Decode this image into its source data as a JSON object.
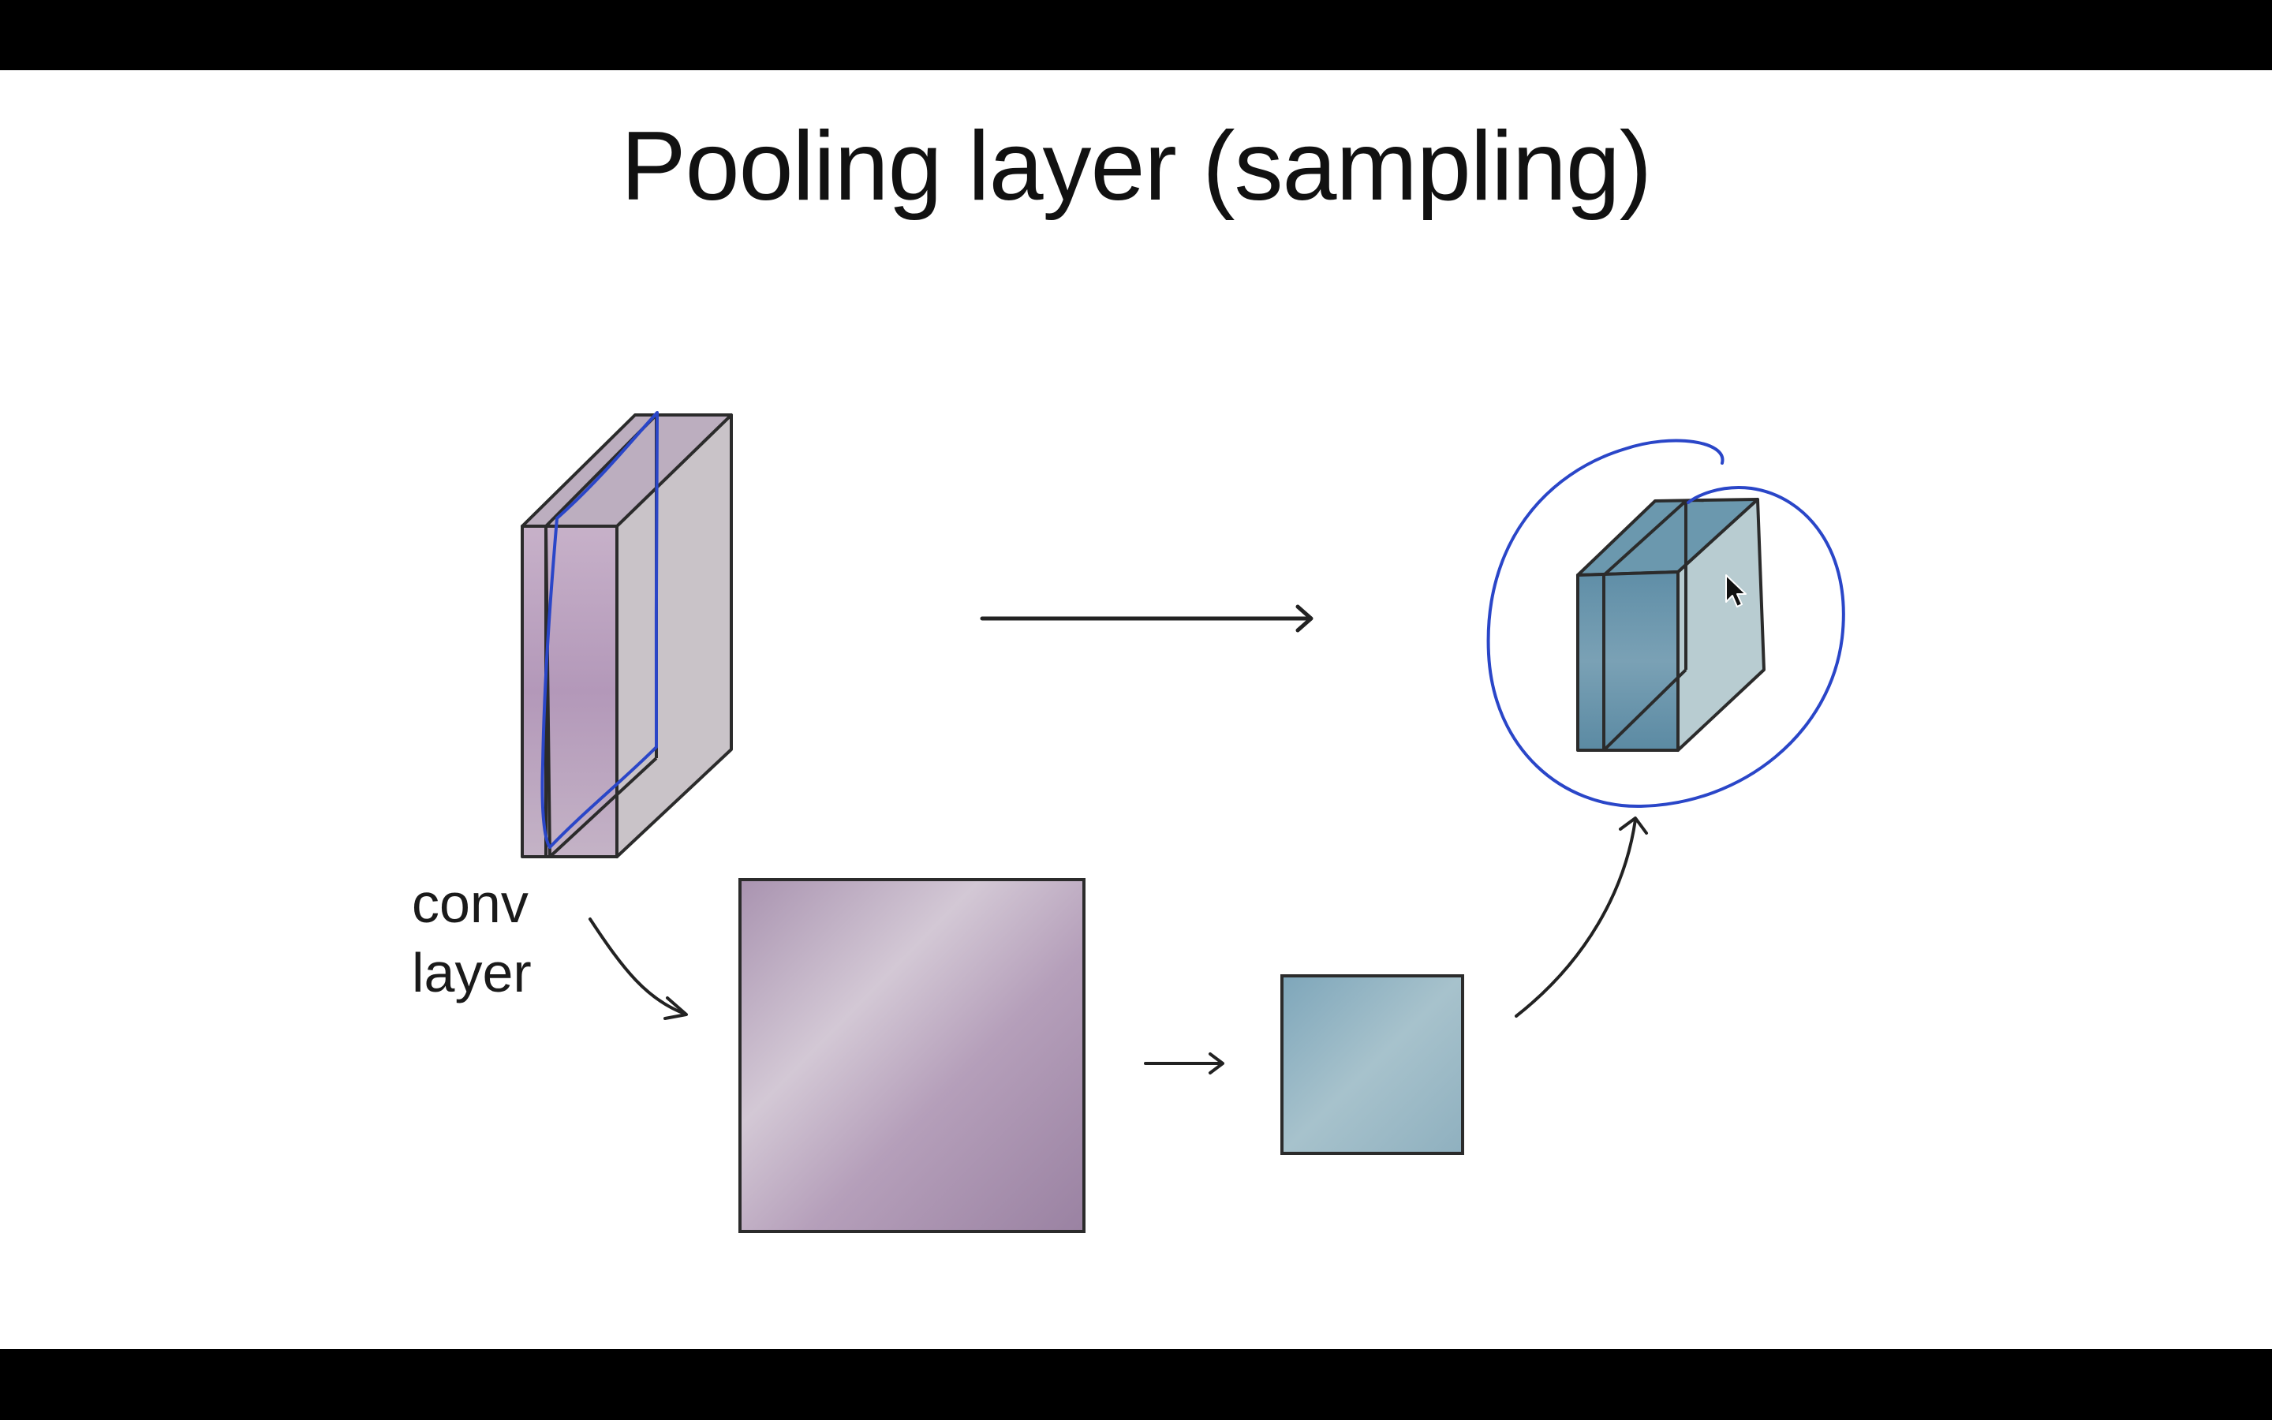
{
  "slide": {
    "title": "Pooling layer (sampling)"
  },
  "labels": {
    "conv_line1": "conv",
    "conv_line2": "layer"
  },
  "colors": {
    "purple_face": "#b7a3bd",
    "purple_side": "#c8c2c6",
    "purple_square": "#a890ae",
    "blue_face": "#6d98ae",
    "blue_side": "#a9c0c6",
    "blue_square": "#8fb1c0",
    "annotation": "#2a46c8",
    "ink": "#222222"
  },
  "icons": {
    "cursor": "mouse-pointer-icon"
  }
}
